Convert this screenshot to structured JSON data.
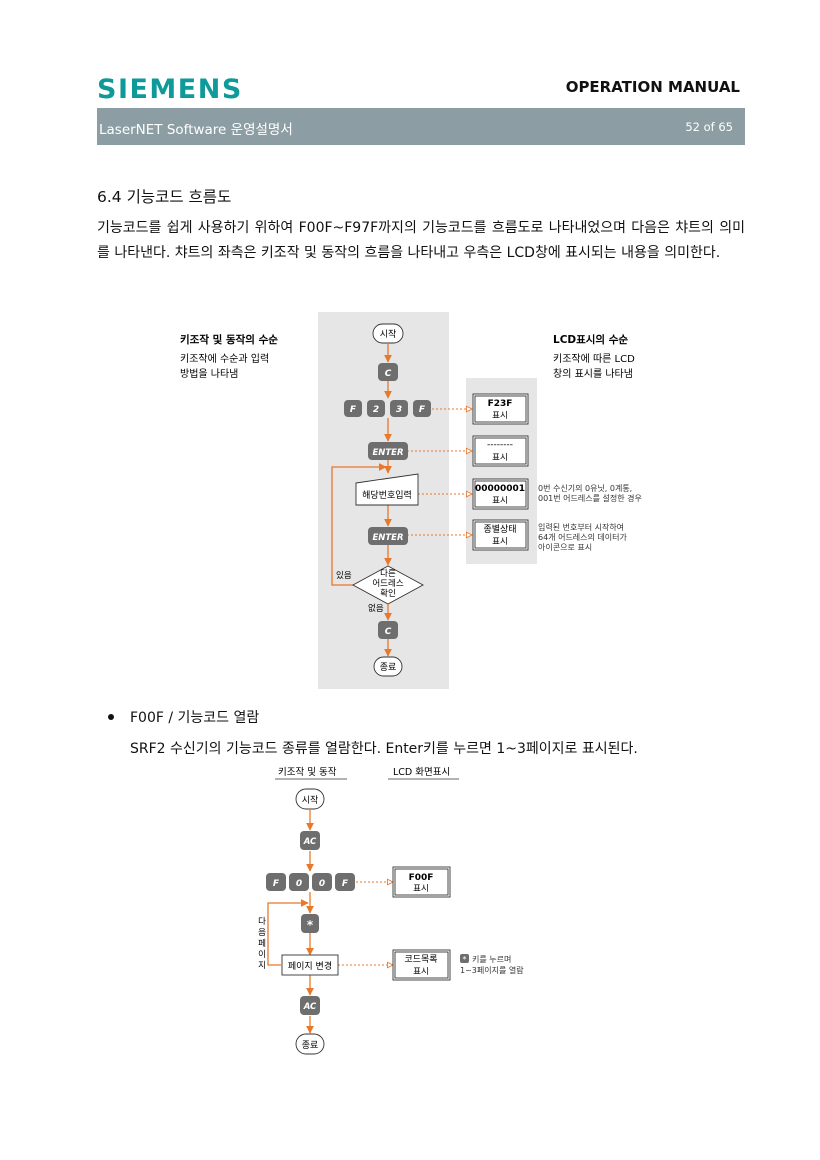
{
  "header": {
    "brand": "SIEMENS",
    "manual_title": "OPERATION MANUAL",
    "subtitle": "LaserNET Software  운영설명서",
    "page": "52 of 65"
  },
  "section": {
    "title": "6.4 기능코드 흐름도",
    "paragraph": "기능코드를 쉽게 사용하기 위하여 F00F~F97F까지의 기능코드를 흐름도로 나타내었으며 다음은 챠트의 의미를 나타낸다. 챠트의 좌측은 키조작 및 동작의 흐름을 나타내고 우측은 LCD창에 표시되는 내용을 의미한다."
  },
  "diagram1": {
    "left_title": "키조작 및 동작의 수순",
    "left_desc1": "키조작에 수순과 입력",
    "left_desc2": "방법을 나타냄",
    "right_title": "LCD표시의 수순",
    "right_desc1": "키조작에 따른 LCD",
    "right_desc2": "창의 표시를 나타냄",
    "start": "시작",
    "key_c": "C",
    "keys": [
      "F",
      "2",
      "3",
      "F"
    ],
    "enter": "ENTER",
    "input_box": "해당번호입력",
    "decision1": "다른",
    "decision2": "어드레스",
    "decision3": "확인",
    "yes": "있음",
    "no": "없음",
    "end": "종료",
    "lcd1_main": "F23F",
    "lcd1_sub": "표시",
    "lcd2_main": "--------",
    "lcd2_sub": "표시",
    "lcd3_main": "00000001",
    "lcd3_sub": "표시",
    "lcd4_main": "종별상태",
    "lcd4_sub": "표시",
    "note3_line1": "0번 수신기의 0유닛, 0계통,",
    "note3_line2": "001번 어드레스를 설정한 경우",
    "note4_line1": "입력된 번호부터 시작하여",
    "note4_line2": "64개 어드레스의 데이터가",
    "note4_line3": "아이콘으로 표시"
  },
  "bullet": {
    "label": "F00F / 기능코드 열람",
    "desc": "SRF2 수신기의 기능코드 종류를 열람한다. Enter키를 누르면 1~3페이지로 표시된다."
  },
  "diagram2": {
    "col1": "키조작 및 동작",
    "col2": "LCD 화면표시",
    "start": "시작",
    "key_ac": "AC",
    "keys": [
      "F",
      "0",
      "0",
      "F"
    ],
    "star": "*",
    "page_change": "페이지 변경",
    "side_label": [
      "다",
      "음",
      "페",
      "이",
      "지"
    ],
    "end": "종료",
    "lcd1_main": "F00F",
    "lcd1_sub": "표시",
    "lcd2_main": "코드목록",
    "lcd2_sub": "표시",
    "note_key": "*",
    "note_line1": "키를 누르며",
    "note_line2": "1~3페이지를 열람"
  },
  "colors": {
    "brand": "#0f9a9a",
    "bar": "#8c9ea3",
    "arrow": "#e8782a",
    "key": "#6e6e6e",
    "panel": "#e6e6e6"
  }
}
